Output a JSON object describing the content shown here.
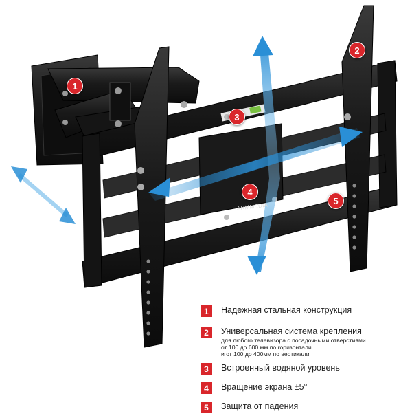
{
  "brand": "ARMMEDIA",
  "colors": {
    "badge": "#d9262b",
    "arrow": "#2a8fd6",
    "metal": "#1b1b1b"
  },
  "callouts": [
    {
      "num": "1"
    },
    {
      "num": "2"
    },
    {
      "num": "3"
    },
    {
      "num": "4"
    },
    {
      "num": "5"
    }
  ],
  "features": [
    {
      "num": "1",
      "title": "Надежная стальная конструкция",
      "lines": []
    },
    {
      "num": "2",
      "title": "Универсальная система крепления",
      "lines": [
        "для любого телевизора с посадочными отверстиями",
        "от 100 до 600 мм по горизонтали",
        "и от 100 до 400мм по вертикали"
      ]
    },
    {
      "num": "3",
      "title": "Встроенный водяной уровень",
      "lines": []
    },
    {
      "num": "4",
      "title": "Вращение экрана ±5°",
      "lines": []
    },
    {
      "num": "5",
      "title": "Защита от падения",
      "lines": []
    }
  ]
}
